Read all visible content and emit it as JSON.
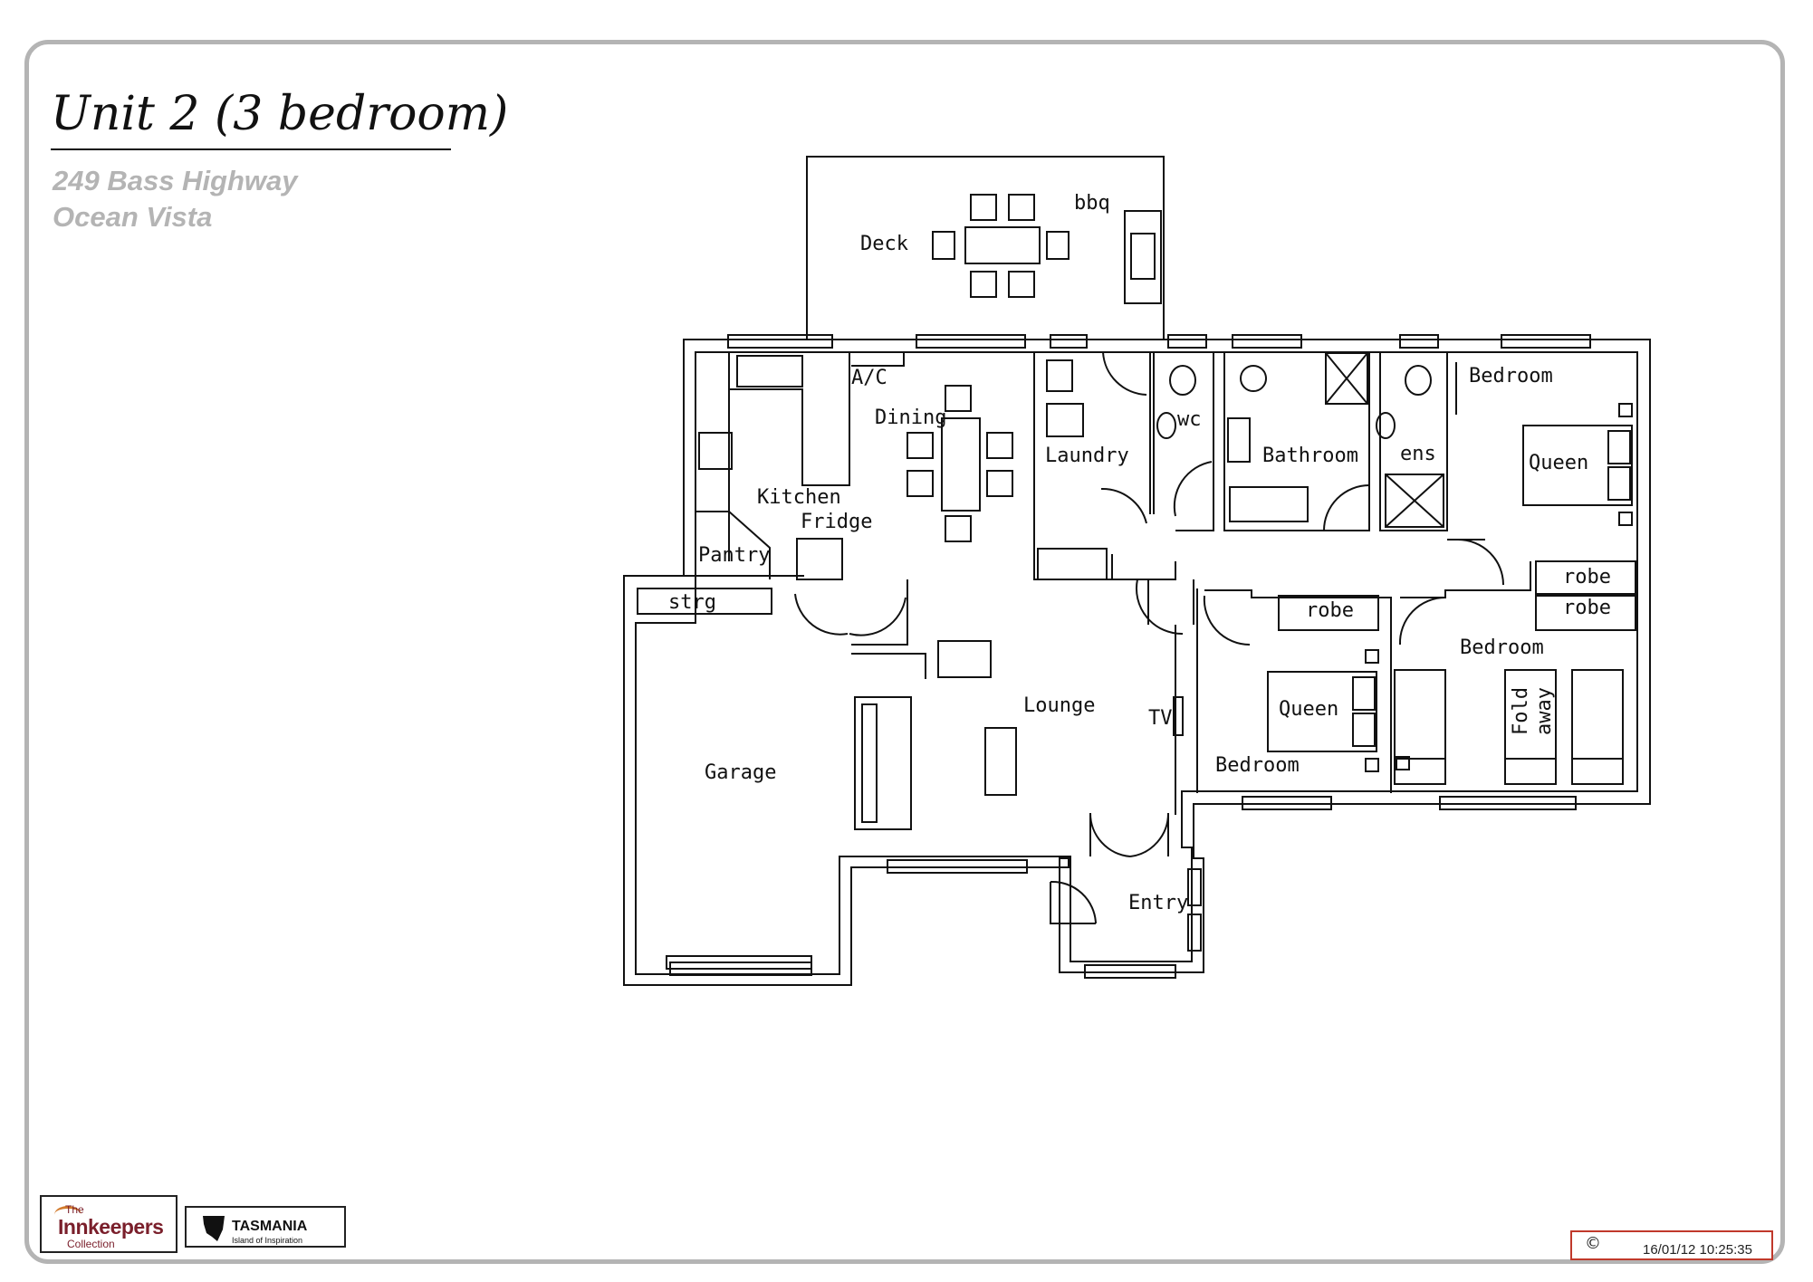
{
  "header": {
    "title": "Unit 2 (3 bedroom)",
    "address_line1": "249 Bass Highway",
    "address_line2": "Ocean Vista"
  },
  "rooms": {
    "deck": "Deck",
    "bbq": "bbq",
    "ac": "A/C",
    "dining": "Dining",
    "kitchen": "Kitchen",
    "fridge": "Fridge",
    "pantry": "Pantry",
    "strg": "strg",
    "laundry": "Laundry",
    "wc": "wc",
    "bathroom": "Bathroom",
    "ens": "ens",
    "bedroom_main": "Bedroom",
    "queen_main": "Queen",
    "robe_right_1": "robe",
    "robe_right_2": "robe",
    "robe_mid": "robe",
    "bedroom_mid": "Bedroom",
    "queen_mid": "Queen",
    "bedroom_right": "Bedroom",
    "fold": "Fold",
    "away": "away",
    "lounge": "Lounge",
    "tv": "TV",
    "garage": "Garage",
    "entry": "Entry"
  },
  "footer": {
    "logo_innkeepers_the": "The",
    "logo_innkeepers_name": "Innkeepers",
    "logo_innkeepers_sub": "Collection",
    "logo_tasmania_name": "TASMANIA",
    "logo_tasmania_tagline": "Island of Inspiration",
    "copyright_symbol": "©",
    "timestamp": "16/01/12 10:25:35"
  },
  "colors": {
    "frame": "#b4b4b4",
    "subtitle": "#b4b4b4",
    "line": "#111111",
    "stamp_border": "#c0392b",
    "innkeepers_brand": "#7a1f2b"
  }
}
